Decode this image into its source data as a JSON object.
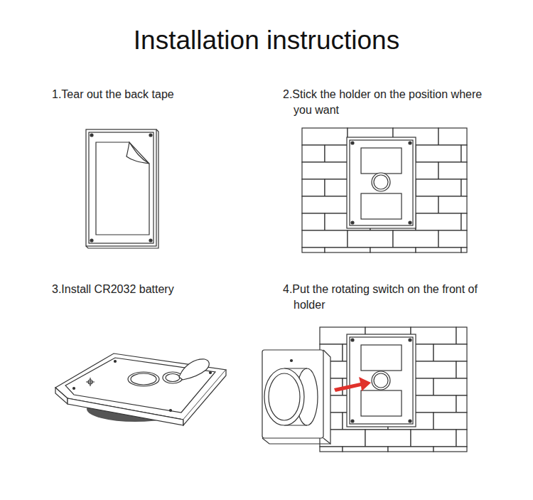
{
  "diagram": {
    "title": "Installation instructions",
    "labels": [
      "1.Tear out the back tape",
      "2.Stick the holder on the position where you want",
      "3.Install CR2032 battery",
      "4.Put the rotating switch on the front of holder"
    ]
  }
}
